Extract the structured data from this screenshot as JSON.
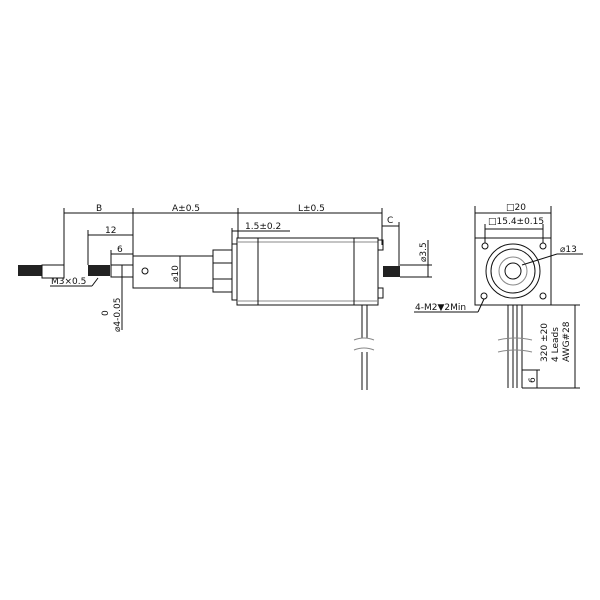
{
  "side_view": {
    "dim_b": "B",
    "dim_a": "A±0.5",
    "dim_l": "L±0.5",
    "dim_c": "C",
    "dim_12": "12",
    "dim_6": "6",
    "dim_flange": "1.5±0.2",
    "dim_nut_dia": "⌀10",
    "thread": "M3×0.5",
    "shaft_tol_upper": "0",
    "shaft_dia": "⌀4-0.05",
    "rear_shaft_dia": "⌀3.5"
  },
  "end_view": {
    "square_outer": "□20",
    "square_holes": "□15.4±0.15",
    "boss_dia": "⌀13",
    "mount_holes": "4-M2▼2Min",
    "lead_length": "320 ±20",
    "leads": "4 Leads",
    "awg": "AWG#28",
    "strip": "6"
  }
}
